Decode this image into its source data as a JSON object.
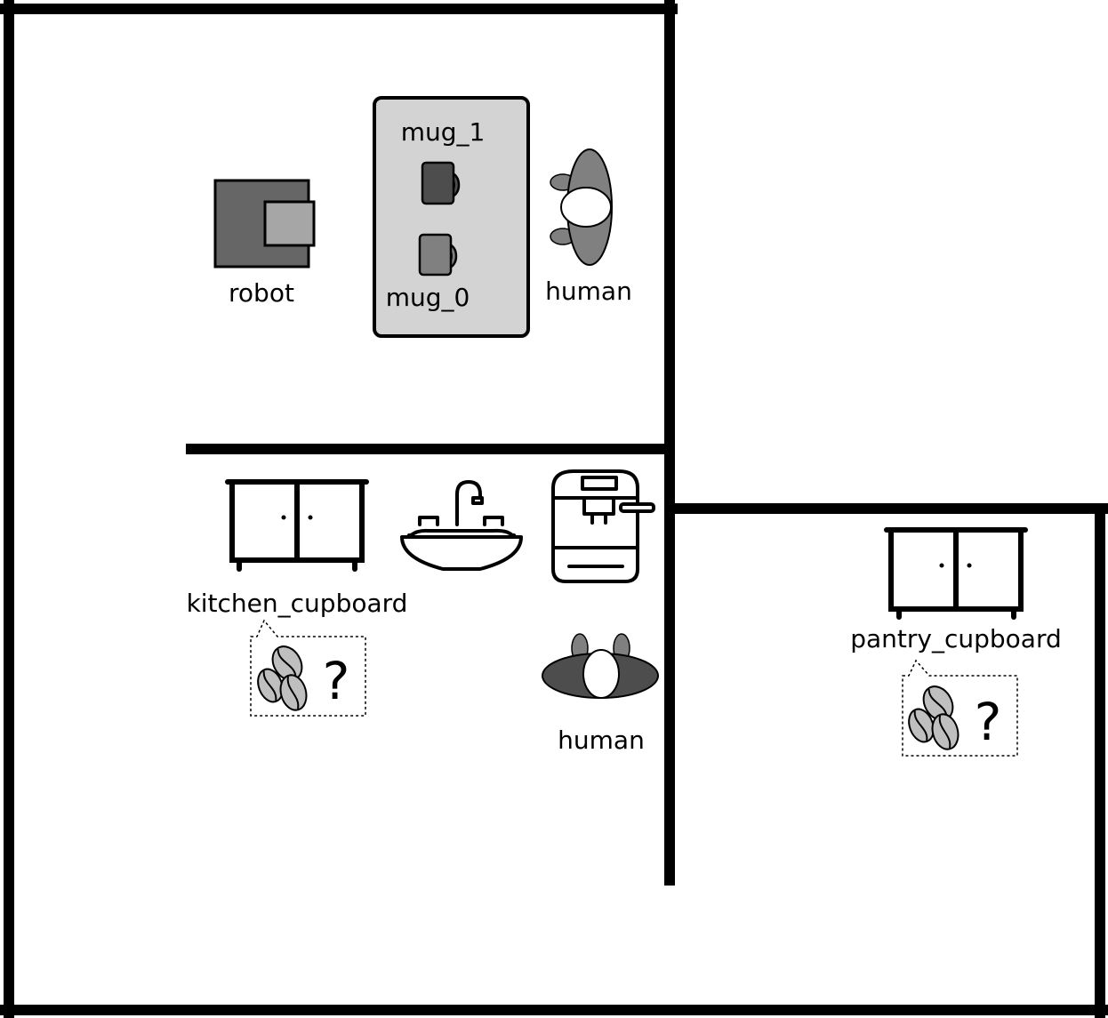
{
  "labels": {
    "robot": "robot",
    "mug_1": "mug_1",
    "mug_0": "mug_0",
    "human_top": "human",
    "human_bottom": "human",
    "kitchen_cupboard": "kitchen_cupboard",
    "pantry_cupboard": "pantry_cupboard"
  },
  "bubbles": {
    "kitchen_unknown": "?",
    "pantry_unknown": "?"
  },
  "icons": [
    "robot-icon",
    "table-icon",
    "mug-icon",
    "human-icon",
    "cupboard-icon",
    "sink-icon",
    "coffee-machine-icon",
    "coffee-beans-icon"
  ],
  "colors": {
    "wall": "#000000",
    "table_fill": "#d3d3d3",
    "robot_body": "#666666",
    "robot_head": "#a6a6a6",
    "mug_dark": "#4d4d4d",
    "mug_light": "#808080",
    "human_body": "#808080",
    "human_body_dark": "#4d4d4d",
    "bean_fill": "#bfbfbf"
  }
}
